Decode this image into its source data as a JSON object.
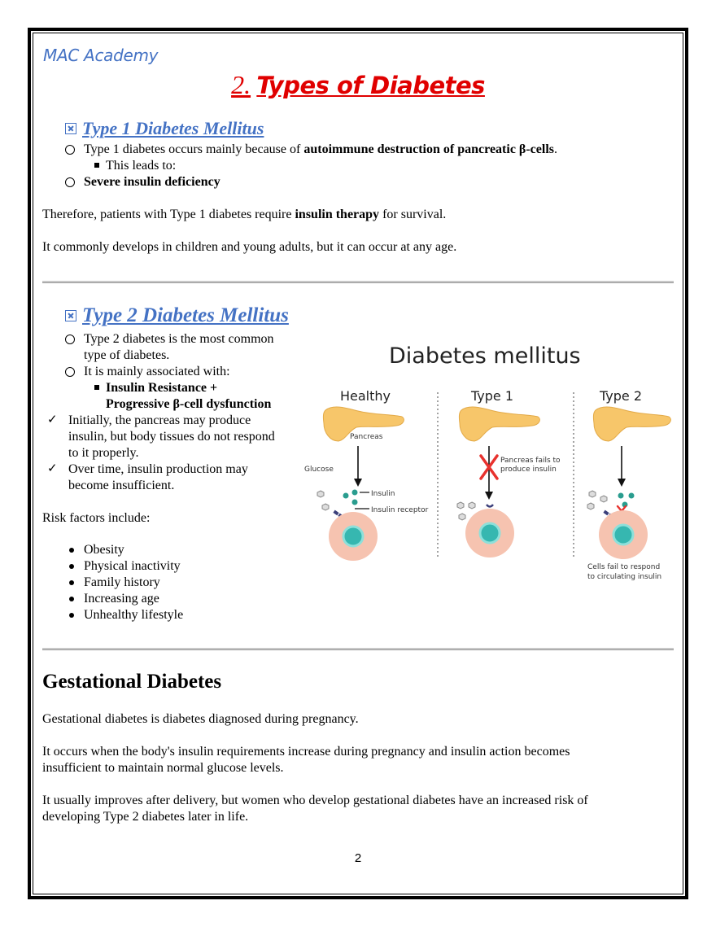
{
  "header": {
    "brand": "MAC Academy",
    "title_number": "2.",
    "title_text": "Types of Diabetes"
  },
  "type1": {
    "heading": "Type 1 Diabetes Mellitus",
    "item1_pre": "Type 1 diabetes occurs mainly because of ",
    "item1_bold": "autoimmune destruction of pancreatic β-cells",
    "item1_post": ".",
    "sub1": "This leads to:",
    "item2": "Severe insulin deficiency",
    "para1_pre": "Therefore, patients with Type 1 diabetes require ",
    "para1_bold": "insulin therapy",
    "para1_post": " for survival.",
    "para2": "It commonly develops in children and young adults, but it can occur at any age."
  },
  "type2": {
    "heading": "Type 2 Diabetes Mellitus",
    "item1_l1": "Type 2 diabetes is the most common",
    "item1_l2": "type of diabetes.",
    "item2": "It is mainly associated with:",
    "sub_l1": "Insulin Resistance +",
    "sub_l2": "Progressive β-cell dysfunction",
    "check1_l1": "Initially, the pancreas may produce",
    "check1_l2": "insulin, but body tissues do not respond",
    "check1_l3": "to it properly.",
    "check2_l1": "Over time, insulin production may",
    "check2_l2": "become insufficient.",
    "risk_intro": "Risk factors include:",
    "risks": [
      "Obesity",
      "Physical inactivity",
      "Family history",
      "Increasing age",
      "Unhealthy lifestyle"
    ]
  },
  "figure": {
    "title": "Diabetes mellitus",
    "col_healthy": "Healthy",
    "col_type1": "Type 1",
    "col_type2": "Type 2",
    "lbl_pancreas": "Pancreas",
    "lbl_glucose": "Glucose",
    "lbl_insulin": "Insulin",
    "lbl_receptor": "Insulin receptor",
    "lbl_fail_l1": "Pancreas fails to",
    "lbl_fail_l2": "produce insulin",
    "lbl_cells_l1": "Cells fail to respond",
    "lbl_cells_l2": "to circulating insulin",
    "colors": {
      "pancreas": "#f7c66a",
      "cell": "#f6c3b0",
      "nucleus": "#36b7b0",
      "arrow_x": "#e8322e"
    }
  },
  "gestational": {
    "heading": "Gestational Diabetes",
    "p1": "Gestational diabetes is diabetes diagnosed during pregnancy.",
    "p2_l1": "It occurs when the body's insulin requirements increase during pregnancy and insulin action becomes",
    "p2_l2": "insufficient to maintain normal glucose levels.",
    "p3_l1": "It usually improves after delivery, but women who develop gestational diabetes have an increased risk of",
    "p3_l2": "developing Type 2 diabetes later in life."
  },
  "footer": {
    "page_number": "2"
  }
}
